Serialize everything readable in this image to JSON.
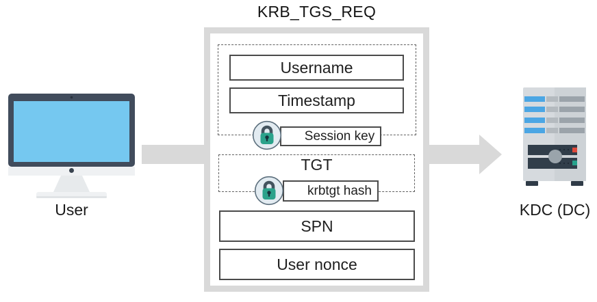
{
  "title": "KRB_TGS_REQ",
  "actors": {
    "user": {
      "label": "User",
      "icon": "desktop-monitor"
    },
    "kdc": {
      "label": "KDC (DC)",
      "icon": "server-tower"
    }
  },
  "request": {
    "encrypted_with_session_key": {
      "fields": [
        "Username",
        "Timestamp"
      ],
      "key_label": "Session key",
      "key_icon": "padlock"
    },
    "tgt": {
      "label": "TGT",
      "key_label": "krbtgt hash",
      "key_icon": "padlock"
    },
    "plain_fields": [
      "SPN",
      "User nonce"
    ]
  },
  "flow": {
    "from": "User",
    "to": "KDC (DC)",
    "direction": "left-to-right"
  },
  "colors": {
    "arrow_gray": "#d9d9d9",
    "container_border": "#d9d9d9",
    "box_border": "#4a4a4a",
    "dashed_border": "#5f5f5f",
    "text": "#1a1a1a",
    "lock_body_teal": "#2ba28b",
    "lock_shackle": "#44545f",
    "lock_circle_bg": "#e2ebf1",
    "monitor_bezel": "#414c5c",
    "monitor_screen_blue": "#75c8f0",
    "server_body": "#d6dade",
    "server_slot_blue": "#4ba6e4",
    "server_panel_dark": "#313e4a",
    "led_red": "#e04a3c",
    "led_teal": "#27a28c"
  }
}
